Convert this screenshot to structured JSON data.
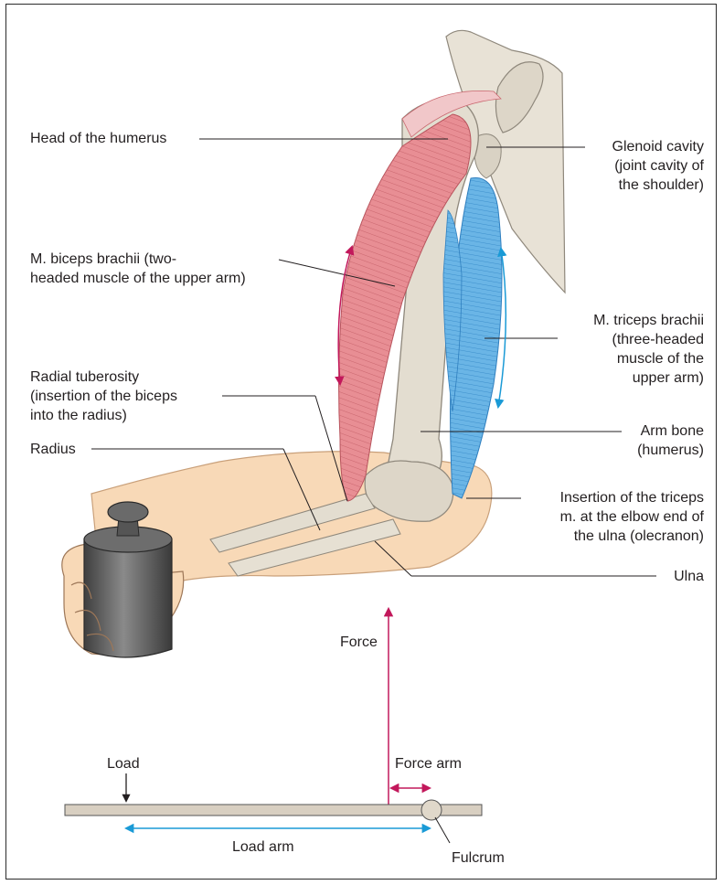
{
  "labels": {
    "head_humerus": [
      "Head of the humerus"
    ],
    "glenoid": [
      "Glenoid cavity",
      "(joint cavity of",
      "the shoulder)"
    ],
    "biceps": [
      "M. biceps brachii (two-",
      "headed muscle of the upper arm)"
    ],
    "triceps": [
      "M. triceps brachii",
      "(three-headed",
      "muscle of the",
      "upper arm)"
    ],
    "radial_tuberosity": [
      "Radial tuberosity",
      "(insertion of the biceps",
      "into the radius)"
    ],
    "radius": [
      "Radius"
    ],
    "arm_bone": [
      "Arm bone",
      "(humerus)"
    ],
    "triceps_insertion": [
      "Insertion of the triceps",
      "m. at the elbow end of",
      "the ulna (olecranon)"
    ],
    "ulna": [
      "Ulna"
    ],
    "force": [
      "Force"
    ],
    "force_arm": [
      "Force arm"
    ],
    "load": [
      "Load"
    ],
    "load_arm": [
      "Load arm"
    ],
    "fulcrum": [
      "Fulcrum"
    ]
  },
  "colors": {
    "force_arrow": "#c2185b",
    "triceps_arrow": "#1a9ad6",
    "lever_bar": "#d8cfc1",
    "biceps": "#e07f86",
    "triceps": "#4aa3dd",
    "bone": "#e3ddd0",
    "skin": "#f8d9b7",
    "weight": "#5c5c5c"
  },
  "icons": [
    "biceps-contraction-arrow-icon",
    "triceps-relaxation-arrow-icon",
    "load-arrow-icon",
    "force-arrow-icon"
  ]
}
